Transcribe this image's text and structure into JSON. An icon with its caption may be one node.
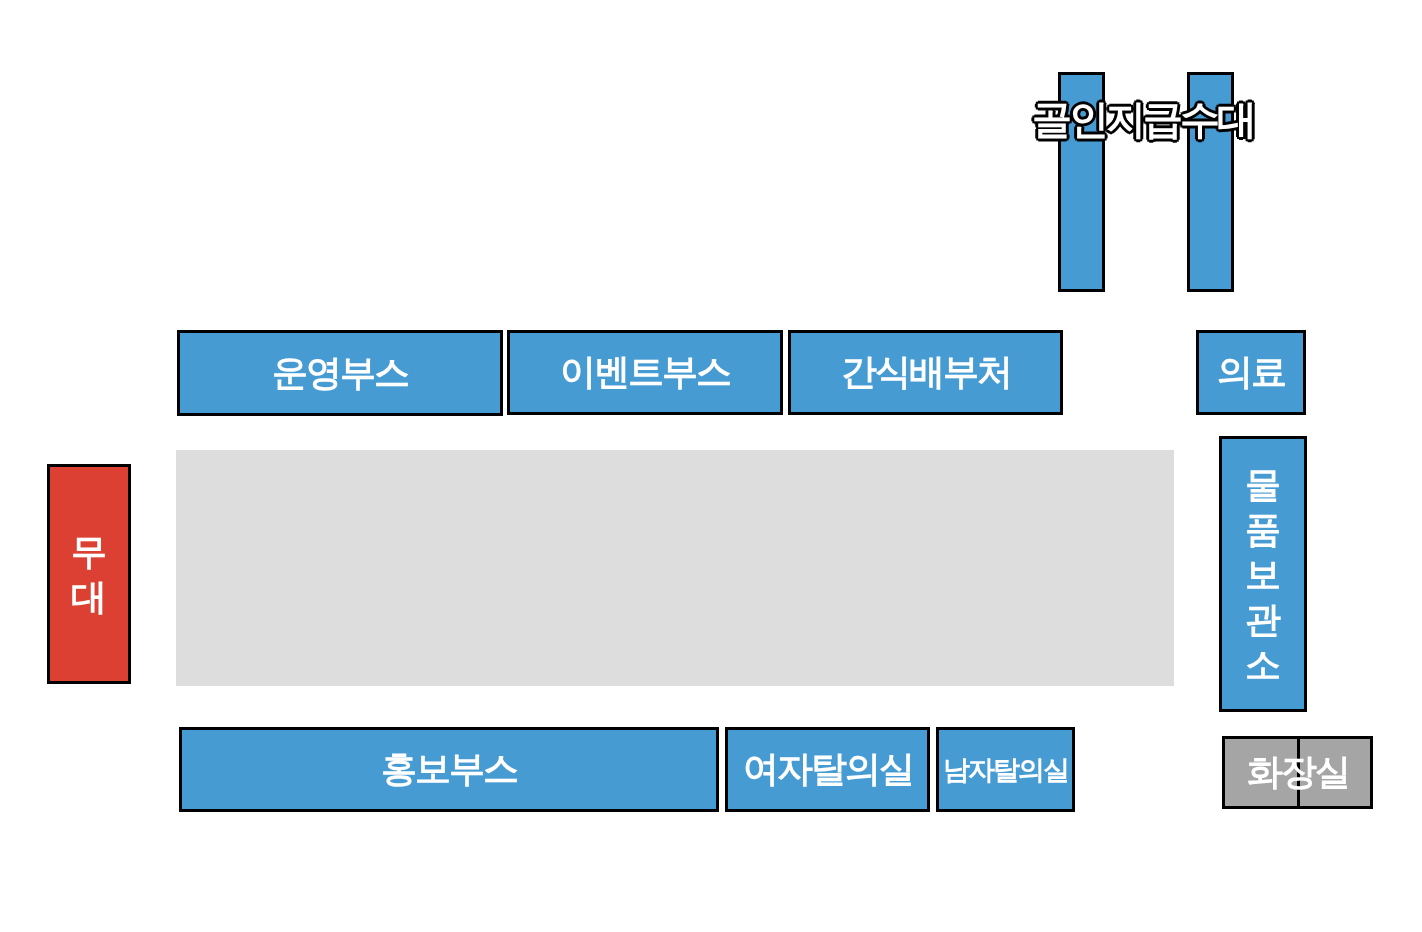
{
  "diagram": {
    "nodes": [
      {
        "text": [],
        "shape": "bar"
      },
      {
        "text": [],
        "shape": "bar"
      },
      {
        "text": [
          "운영부스"
        ]
      },
      {
        "text": [
          "이벤트부스"
        ]
      },
      {
        "text": [
          "간식배부처"
        ]
      },
      {
        "text": [
          "의료"
        ]
      },
      {
        "text": [
          "무대"
        ]
      },
      {
        "text": [],
        "shape": "box"
      },
      {
        "text": [
          "물품보관소"
        ]
      },
      {
        "text": [
          "홍보부스"
        ]
      },
      {
        "text": [
          "여자탈의실"
        ]
      },
      {
        "text": [
          "남자탈의실"
        ]
      },
      {
        "text": [
          "화장실"
        ]
      }
    ],
    "edges": [],
    "labels": [
      "골인지급수대"
    ]
  }
}
